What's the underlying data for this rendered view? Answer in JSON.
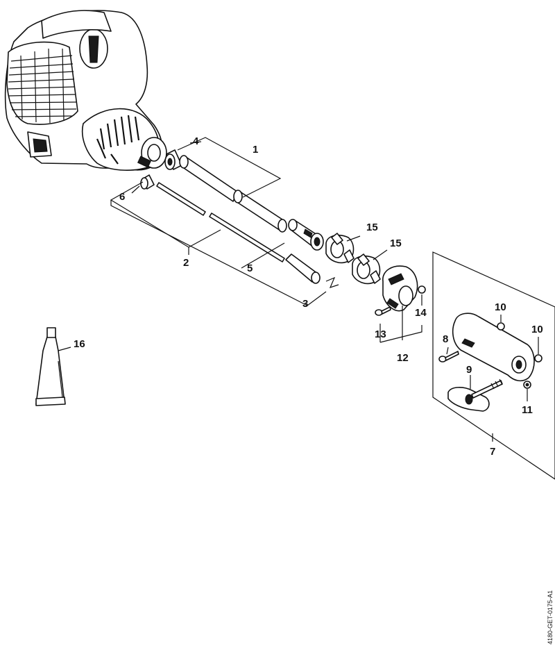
{
  "callouts": [
    {
      "id": "c1",
      "text": "1"
    },
    {
      "id": "c2",
      "text": "2"
    },
    {
      "id": "c3",
      "text": "3"
    },
    {
      "id": "c4",
      "text": "4"
    },
    {
      "id": "c5",
      "text": "5"
    },
    {
      "id": "c6",
      "text": "6"
    },
    {
      "id": "c7",
      "text": "7"
    },
    {
      "id": "c8",
      "text": "8"
    },
    {
      "id": "c9",
      "text": "9"
    },
    {
      "id": "c10a",
      "text": "10"
    },
    {
      "id": "c10b",
      "text": "10"
    },
    {
      "id": "c11",
      "text": "11"
    },
    {
      "id": "c12",
      "text": "12"
    },
    {
      "id": "c13",
      "text": "13"
    },
    {
      "id": "c14",
      "text": "14"
    },
    {
      "id": "c15a",
      "text": "15"
    },
    {
      "id": "c15b",
      "text": "15"
    },
    {
      "id": "c16",
      "text": "16"
    }
  ],
  "reference_code": "4180-GET-0175-A1"
}
